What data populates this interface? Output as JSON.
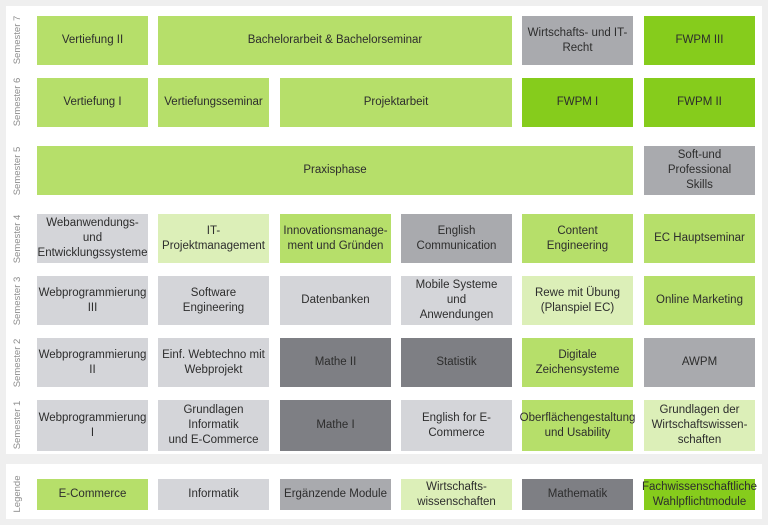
{
  "colors": {
    "ecommerce": "#b6df6a",
    "informatik": "#d4d5d9",
    "ergaenzend": "#a9aaae",
    "wirtschaft": "#dcefb8",
    "mathematik": "#7e7f84",
    "fwpm": "#86cc1c"
  },
  "semesters": {
    "s7": {
      "label": "Semester 7",
      "vertiefung2": "Vertiefung II",
      "bachelorarbeit": "Bachelorarbeit & Bachelorseminar",
      "recht": "Wirtschafts- und IT-Recht",
      "fwpm3": "FWPM III"
    },
    "s6": {
      "label": "Semester 6",
      "vertiefung1": "Vertiefung I",
      "vertiefungsseminar": "Vertiefungsseminar",
      "projektarbeit": "Projektarbeit",
      "fwpm1": "FWPM I",
      "fwpm2": "FWPM II"
    },
    "s5": {
      "label": "Semester 5",
      "praxisphase": "Praxisphase",
      "softskills": "Soft-und Professional\nSkills"
    },
    "s4": {
      "label": "Semester 4",
      "webanwendungen": "Webanwendungs- und\nEntwicklungssysteme",
      "itprojekt": "IT-Projektmanagement",
      "innovation": "Innovationsmanage-\nment und Gründen",
      "english": "English Communication",
      "content": "Content Engineering",
      "hauptseminar": "EC Hauptseminar"
    },
    "s3": {
      "label": "Semester 3",
      "webprog3": "Webprogrammierung III",
      "software": "Software Engineering",
      "datenbanken": "Datenbanken",
      "mobile": "Mobile Systeme und\nAnwendungen",
      "rewe": "Rewe mit Übung\n(Planspiel EC)",
      "marketing": "Online Marketing"
    },
    "s2": {
      "label": "Semester 2",
      "webprog2": "Webprogrammierung II",
      "webtechno": "Einf. Webtechno mit\nWebprojekt",
      "mathe2": "Mathe II",
      "statistik": "Statistik",
      "zeichen": "Digitale Zeichensysteme",
      "awpm": "AWPM"
    },
    "s1": {
      "label": "Semester 1",
      "webprog1": "Webprogrammierung I",
      "grundlagen_inf": "Grundlagen Informatik\nund E-Commerce",
      "mathe1": "Mathe I",
      "english_ec": "English for E-Commerce",
      "oberflaechen": "Oberflächengestaltung\nund Usability",
      "grundlagen_wirt": "Grundlagen der\nWirtschaftswissen-\nschaften"
    }
  },
  "legend": {
    "label": "Legende",
    "ecommerce": "E-Commerce",
    "informatik": "Informatik",
    "ergaenzend": "Ergänzende Module",
    "wirtschaft": "Wirtschafts-\nwissenschaften",
    "mathematik": "Mathematik",
    "fwpm": "Fachwissenschaftliche\nWahlpflichtmodule"
  }
}
